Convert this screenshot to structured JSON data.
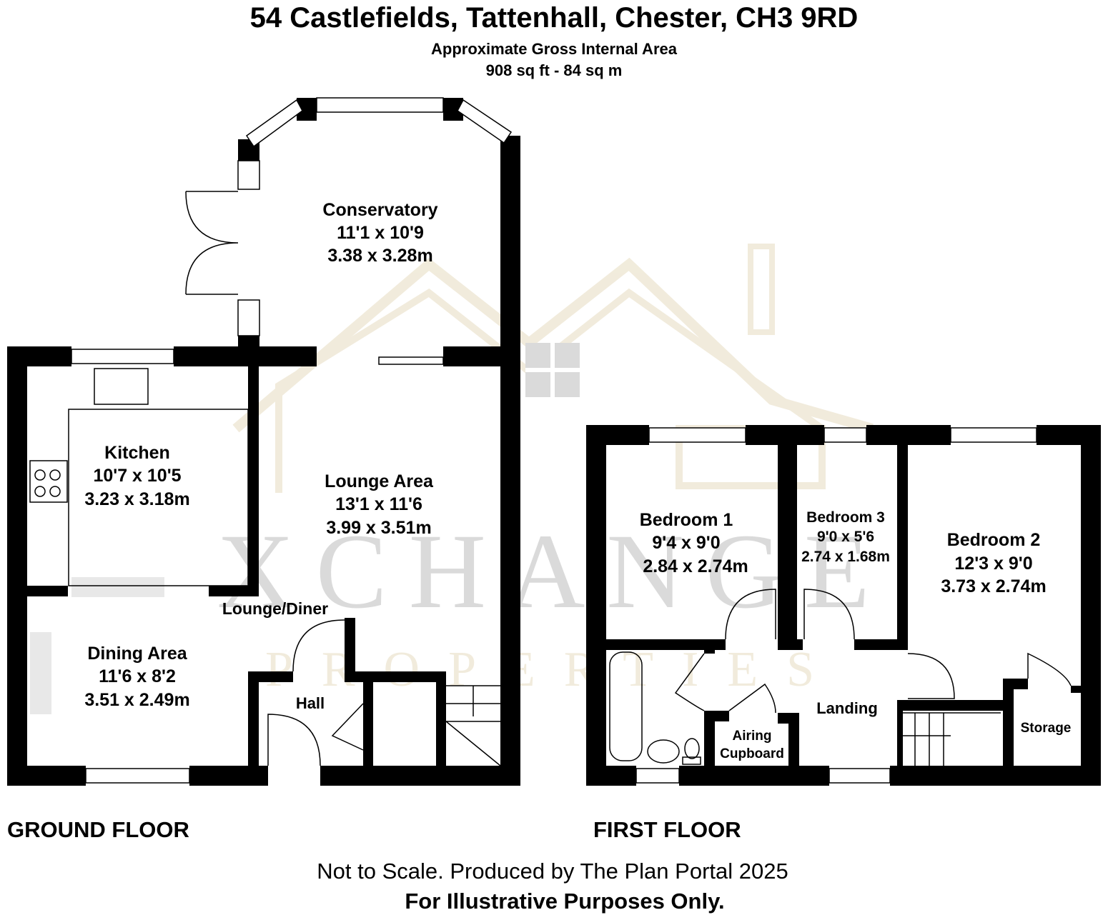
{
  "header": {
    "title": "54 Castlefields, Tattenhall, Chester, CH3 9RD",
    "subtitle": "Approximate Gross Internal Area",
    "area": "908 sq ft - 84 sq m"
  },
  "ground_floor": {
    "label": "GROUND FLOOR",
    "rooms": [
      {
        "name": "Conservatory",
        "imperial": "11'1 x 10'9",
        "metric": "3.38 x 3.28m"
      },
      {
        "name": "Kitchen",
        "imperial": "10'7 x 10'5",
        "metric": "3.23 x 3.18m"
      },
      {
        "name": "Lounge Area",
        "imperial": "13'1 x 11'6",
        "metric": "3.99 x 3.51m"
      },
      {
        "name": "Dining Area",
        "imperial": "11'6 x 8'2",
        "metric": "3.51 x 2.49m"
      }
    ],
    "lounge_diner": "Lounge/Diner",
    "hall": "Hall"
  },
  "first_floor": {
    "label": "FIRST FLOOR",
    "rooms": [
      {
        "name": "Bedroom 1",
        "imperial": "9'4 x 9'0",
        "metric": "2.84 x 2.74m"
      },
      {
        "name": "Bedroom 3",
        "imperial": "9'0 x 5'6",
        "metric": "2.74 x 1.68m"
      },
      {
        "name": "Bedroom 2",
        "imperial": "12'3 x 9'0",
        "metric": "3.73 x 2.74m"
      }
    ],
    "landing": "Landing",
    "airing_1": "Airing",
    "airing_2": "Cupboard",
    "storage": "Storage"
  },
  "watermark": {
    "brand": "XCHANGE",
    "sub": "PROPERTIES"
  },
  "footer": {
    "note": "Not to Scale. Produced by The Plan Portal 2025",
    "disclaimer": "For Illustrative Purposes Only."
  }
}
